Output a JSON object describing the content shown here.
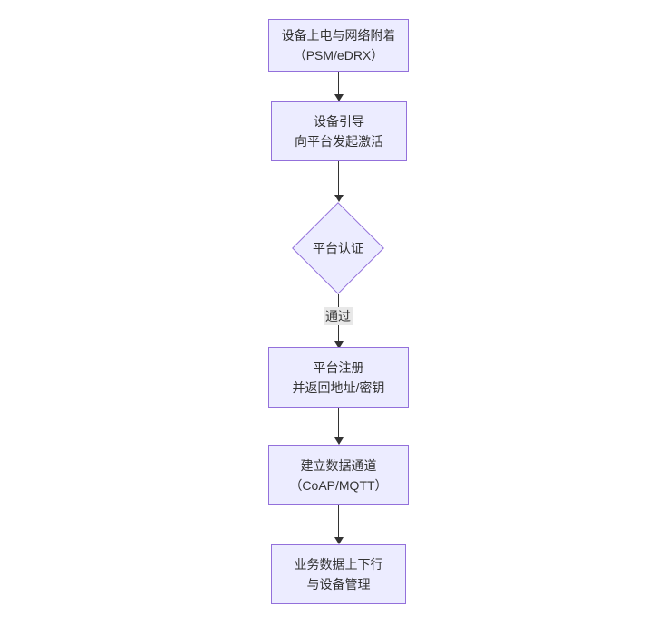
{
  "diagram": {
    "type": "flowchart",
    "direction": "top-down",
    "colors": {
      "background": "#ffffff",
      "node_fill": "#ECECFF",
      "node_border": "#9370DB",
      "arrow": "#333333",
      "text": "#333333",
      "edge_label_bg": "#e8e8e8"
    },
    "nodes": [
      {
        "id": "power-network-attach",
        "shape": "rect",
        "lines": [
          "设备上电与网络附着",
          "（PSM/eDRX）"
        ]
      },
      {
        "id": "device-bootstrap",
        "shape": "rect",
        "lines": [
          "设备引导",
          "向平台发起激活"
        ]
      },
      {
        "id": "platform-auth",
        "shape": "diamond",
        "lines": [
          "平台认证"
        ]
      },
      {
        "id": "platform-register",
        "shape": "rect",
        "lines": [
          "平台注册",
          "并返回地址/密钥"
        ]
      },
      {
        "id": "data-channel",
        "shape": "rect",
        "lines": [
          "建立数据通道",
          "（CoAP/MQTT）"
        ]
      },
      {
        "id": "business-data",
        "shape": "rect",
        "lines": [
          "业务数据上下行",
          "与设备管理"
        ]
      }
    ],
    "edges": [
      {
        "from": "power-network-attach",
        "to": "device-bootstrap",
        "label": ""
      },
      {
        "from": "device-bootstrap",
        "to": "platform-auth",
        "label": ""
      },
      {
        "from": "platform-auth",
        "to": "platform-register",
        "label": "通过"
      },
      {
        "from": "platform-register",
        "to": "data-channel",
        "label": ""
      },
      {
        "from": "data-channel",
        "to": "business-data",
        "label": ""
      }
    ]
  }
}
